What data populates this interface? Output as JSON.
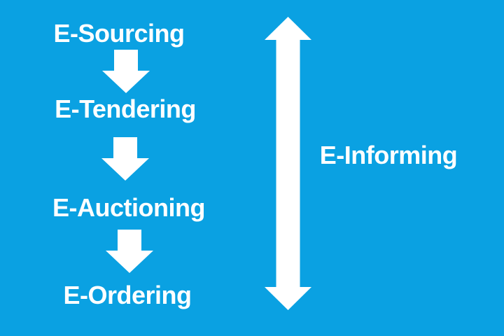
{
  "colors": {
    "background": "#0aa1e2",
    "text": "#ffffff",
    "arrow": "#ffffff"
  },
  "diagram": {
    "type": "flow-diagram",
    "steps": [
      {
        "label": "E-Sourcing"
      },
      {
        "label": "E-Tendering"
      },
      {
        "label": "E-Auctioning"
      },
      {
        "label": "E-Ordering"
      }
    ],
    "connector_icon": "down-arrow",
    "side": {
      "label": "E-Informing",
      "icon": "double-headed-vertical-arrow"
    }
  }
}
